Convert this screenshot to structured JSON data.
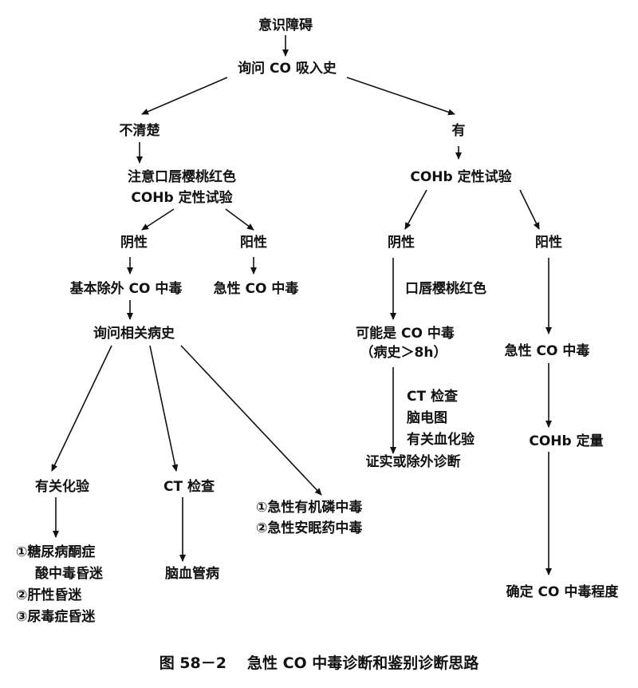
{
  "nodes": {
    "consciousness": "意识障碍",
    "inquire_co_history": "询问 CO 吸入史",
    "unclear": "不清楚",
    "yes": "有",
    "note_lip_color": "注意口唇樱桃红色",
    "cohb_qual_left": "COHb 定性试验",
    "cohb_qual_right": "COHb 定性试验",
    "negative_left": "阴性",
    "positive_left": "阳性",
    "negative_right": "阴性",
    "positive_right": "阳性",
    "basically_exclude": "基本除外 CO 中毒",
    "acute_co_left": "急性 CO 中毒",
    "lip_cherry_right": "口唇樱桃红色",
    "possible_co": "可能是 CO 中毒",
    "history_gt_8h": "（病史＞8h）",
    "acute_co_right": "急性 CO 中毒",
    "inquire_related_history": "询问相关病史",
    "ct_exam_right": "CT 检查",
    "eeg": "脑电图",
    "related_blood_tests": "有关血化验",
    "confirm_or_exclude": "证实或除外诊断",
    "cohb_quant": "COHb 定量",
    "related_tests": "有关化验",
    "ct_exam_left": "CT 检查",
    "organophosphate": "①急性有机磷中毒",
    "sedative": "②急性安眠药中毒",
    "diabetic_1": "①糖尿病酮症",
    "diabetic_2": "酸中毒昏迷",
    "hepatic_coma": "②肝性昏迷",
    "uremic_coma": "③尿毒症昏迷",
    "cerebrovascular": "脑血管病",
    "severity": "确定 CO 中毒程度"
  },
  "caption": {
    "figure_no": "图 58－2",
    "title": "急性 CO 中毒诊断和鉴别诊断思路"
  }
}
